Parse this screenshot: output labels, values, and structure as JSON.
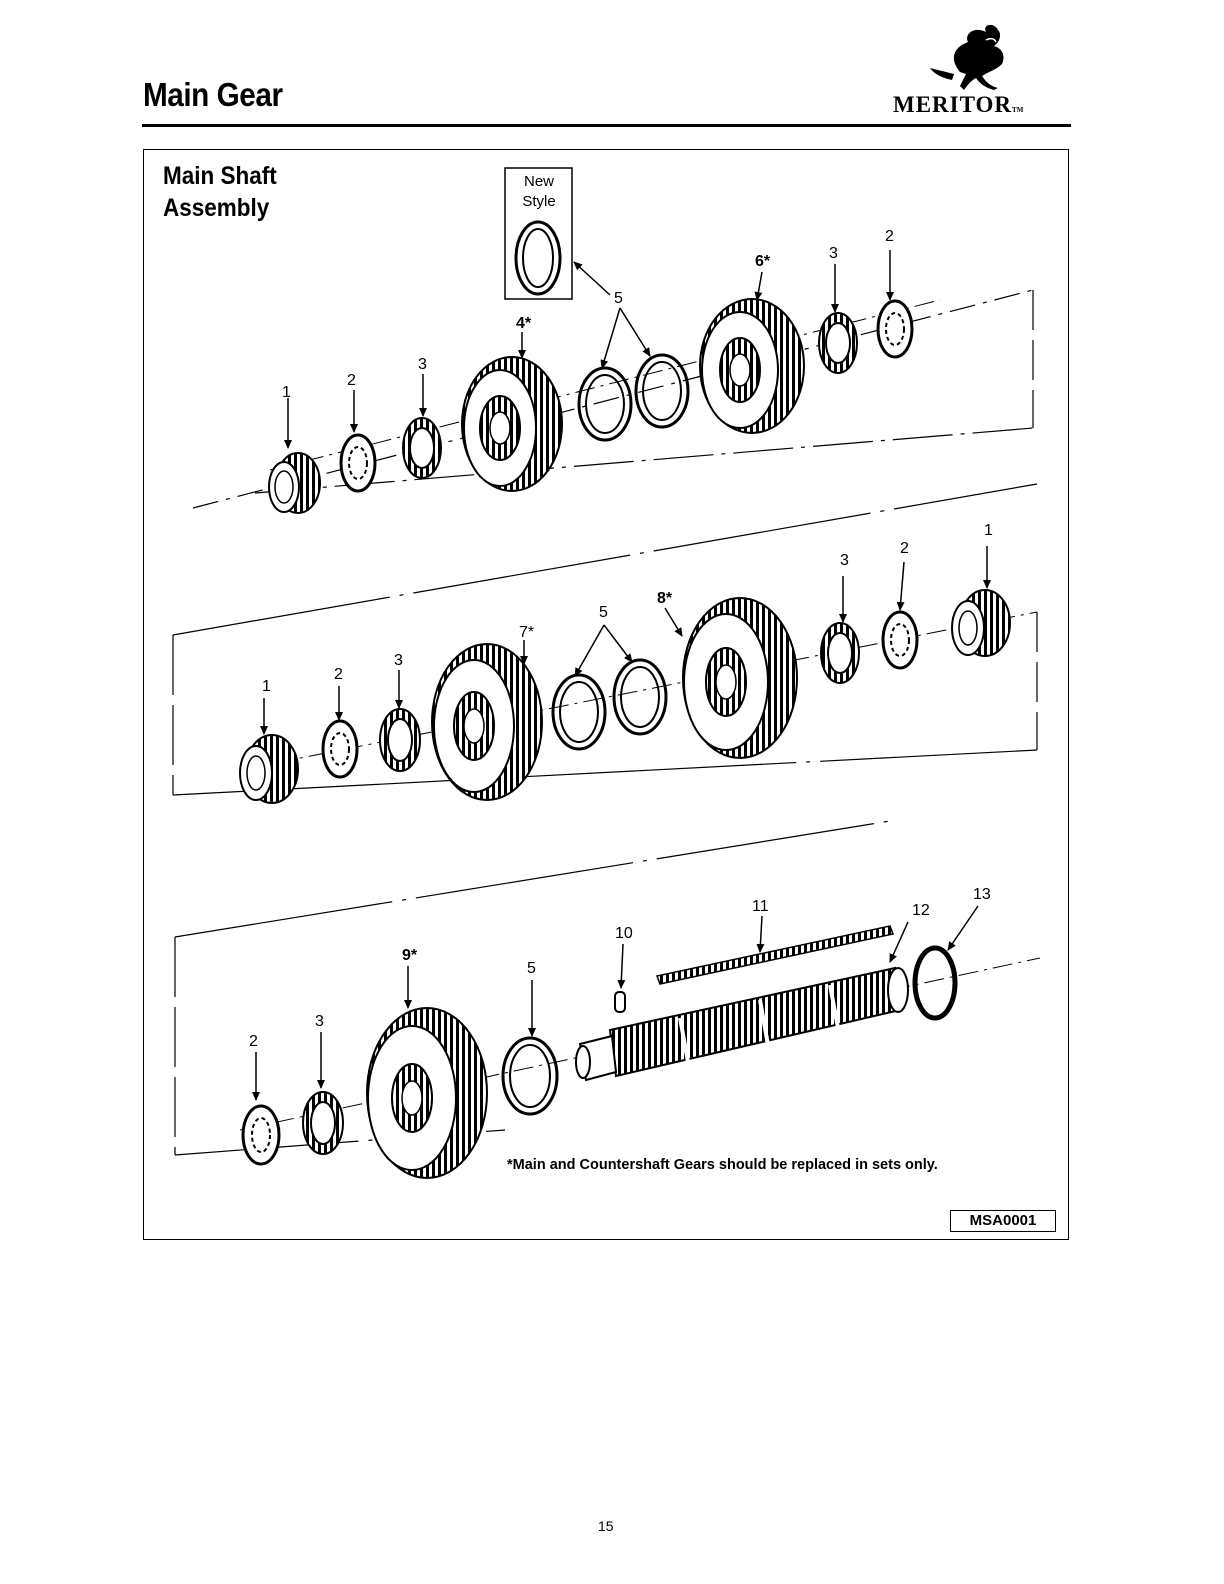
{
  "header": {
    "title": "Main Gear",
    "brand": "MERITOR",
    "brand_tm": "TM"
  },
  "figure": {
    "title_line1": "Main Shaft",
    "title_line2": "Assembly",
    "new_style_line1": "New",
    "new_style_line2": "Style",
    "note": "*Main and Countershaft Gears should be replaced in sets only.",
    "figure_id": "MSA0001",
    "callouts": {
      "row1": [
        "1",
        "2",
        "3",
        "4*",
        "5",
        "6*",
        "3",
        "2"
      ],
      "row2": [
        "1",
        "2",
        "3",
        "7*",
        "5",
        "8*",
        "3",
        "2",
        "1"
      ],
      "row3": [
        "2",
        "3",
        "9*",
        "5",
        "10",
        "11",
        "12",
        "13"
      ]
    }
  },
  "footer": {
    "page_number": "15"
  }
}
